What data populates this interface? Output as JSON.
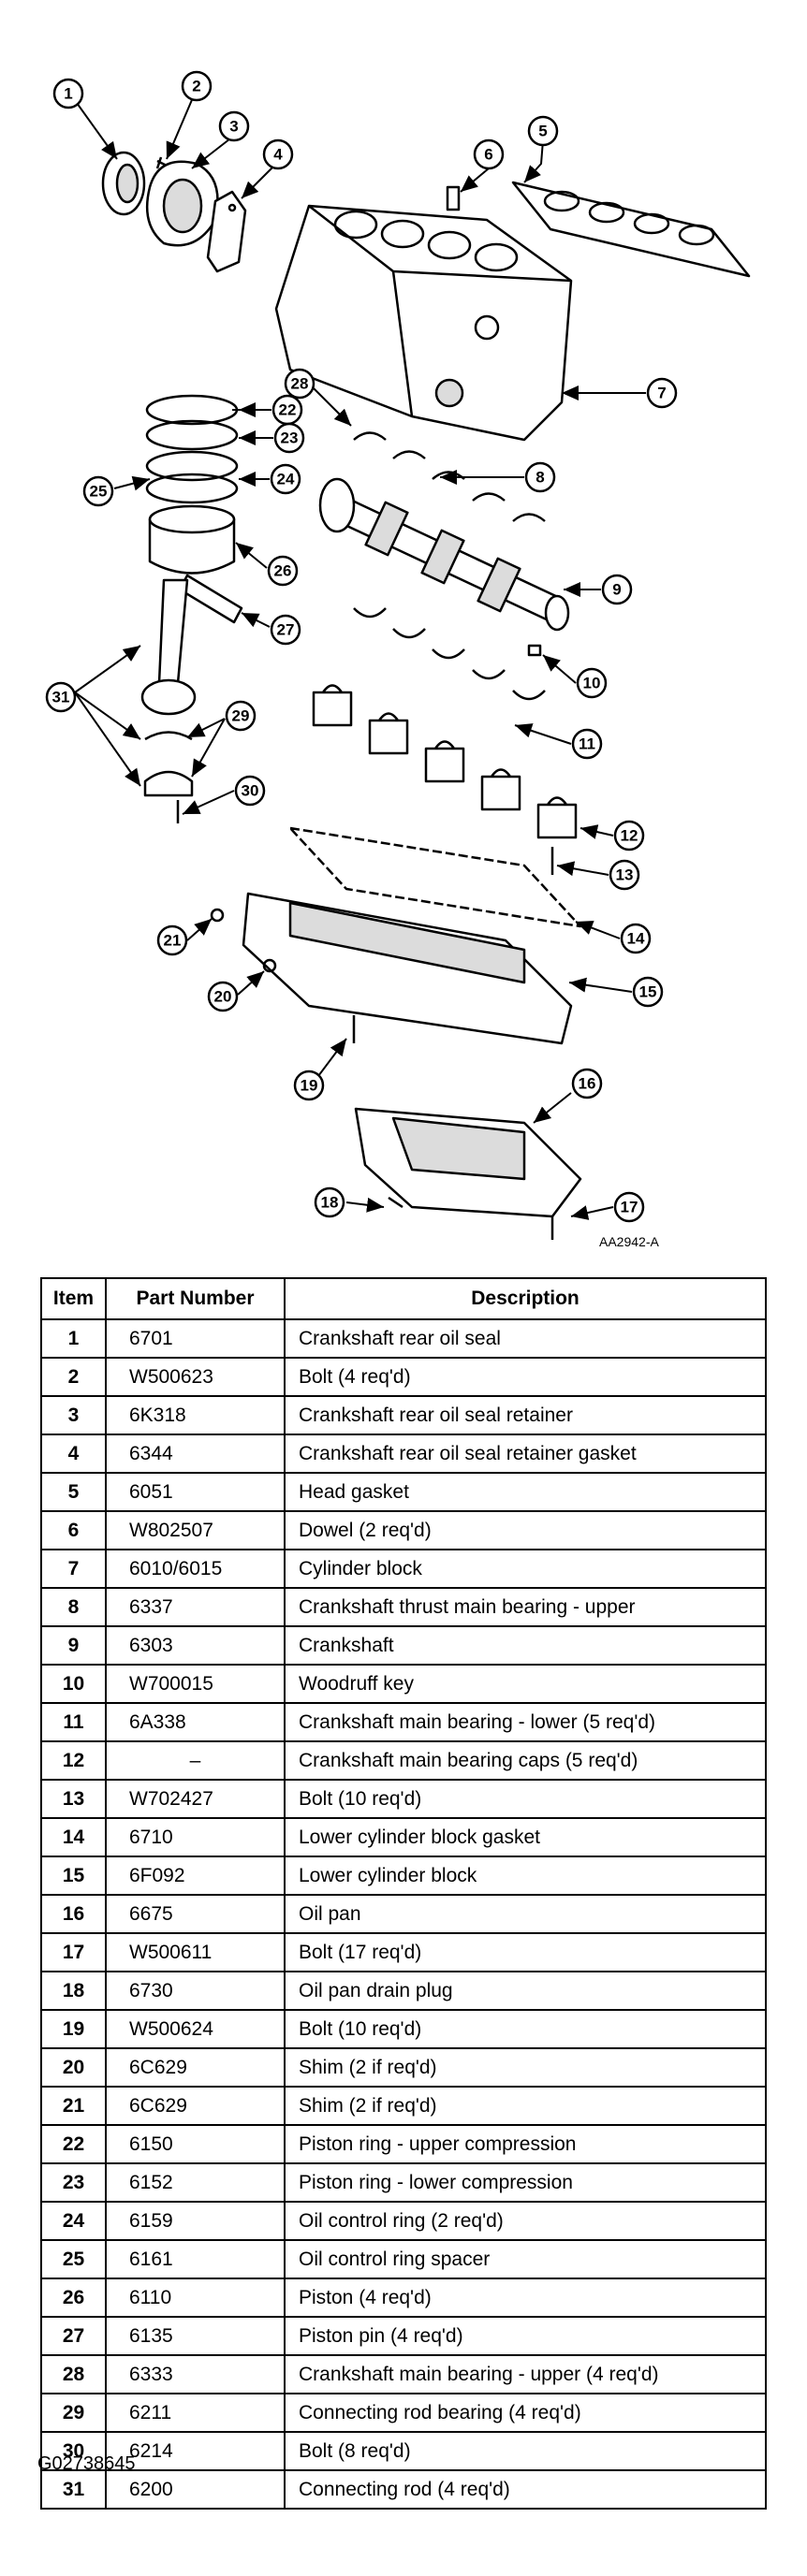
{
  "diagram": {
    "art_id": "AA2942-A",
    "callouts": [
      "1",
      "2",
      "3",
      "4",
      "5",
      "6",
      "7",
      "8",
      "9",
      "10",
      "11",
      "12",
      "13",
      "14",
      "15",
      "16",
      "17",
      "18",
      "19",
      "20",
      "21",
      "22",
      "23",
      "24",
      "25",
      "26",
      "27",
      "28",
      "29",
      "30",
      "31"
    ]
  },
  "table": {
    "headers": {
      "item": "Item",
      "part_number": "Part Number",
      "description": "Description"
    },
    "rows": [
      {
        "item": "1",
        "part": "6701",
        "desc": "Crankshaft rear oil seal"
      },
      {
        "item": "2",
        "part": "W500623",
        "desc": "Bolt (4 req'd)"
      },
      {
        "item": "3",
        "part": "6K318",
        "desc": "Crankshaft rear oil seal retainer"
      },
      {
        "item": "4",
        "part": "6344",
        "desc": "Crankshaft rear oil seal retainer gasket"
      },
      {
        "item": "5",
        "part": "6051",
        "desc": "Head gasket"
      },
      {
        "item": "6",
        "part": "W802507",
        "desc": "Dowel (2 req'd)"
      },
      {
        "item": "7",
        "part": "6010/6015",
        "desc": "Cylinder block"
      },
      {
        "item": "8",
        "part": "6337",
        "desc": "Crankshaft thrust main bearing - upper"
      },
      {
        "item": "9",
        "part": "6303",
        "desc": "Crankshaft"
      },
      {
        "item": "10",
        "part": "W700015",
        "desc": "Woodruff key"
      },
      {
        "item": "11",
        "part": "6A338",
        "desc": "Crankshaft main bearing - lower (5 req'd)"
      },
      {
        "item": "12",
        "part": "–",
        "desc": "Crankshaft main bearing caps (5 req'd)"
      },
      {
        "item": "13",
        "part": "W702427",
        "desc": "Bolt (10 req'd)"
      },
      {
        "item": "14",
        "part": "6710",
        "desc": "Lower cylinder block gasket"
      },
      {
        "item": "15",
        "part": "6F092",
        "desc": "Lower cylinder block"
      },
      {
        "item": "16",
        "part": "6675",
        "desc": "Oil pan"
      },
      {
        "item": "17",
        "part": "W500611",
        "desc": "Bolt (17 req'd)"
      },
      {
        "item": "18",
        "part": "6730",
        "desc": "Oil pan drain plug"
      },
      {
        "item": "19",
        "part": "W500624",
        "desc": "Bolt (10 req'd)"
      },
      {
        "item": "20",
        "part": "6C629",
        "desc": "Shim (2 if req'd)"
      },
      {
        "item": "21",
        "part": "6C629",
        "desc": "Shim (2 if req'd)"
      },
      {
        "item": "22",
        "part": "6150",
        "desc": "Piston ring - upper compression"
      },
      {
        "item": "23",
        "part": "6152",
        "desc": "Piston ring - lower compression"
      },
      {
        "item": "24",
        "part": "6159",
        "desc": "Oil control ring (2 req'd)"
      },
      {
        "item": "25",
        "part": "6161",
        "desc": "Oil control ring spacer"
      },
      {
        "item": "26",
        "part": "6110",
        "desc": "Piston (4 req'd)"
      },
      {
        "item": "27",
        "part": "6135",
        "desc": "Piston pin (4 req'd)"
      },
      {
        "item": "28",
        "part": "6333",
        "desc": "Crankshaft main bearing - upper (4 req'd)"
      },
      {
        "item": "29",
        "part": "6211",
        "desc": "Connecting rod bearing (4 req'd)"
      },
      {
        "item": "30",
        "part": "6214",
        "desc": "Bolt (8 req'd)"
      },
      {
        "item": "31",
        "part": "6200",
        "desc": "Connecting rod (4 req'd)"
      }
    ]
  },
  "figure_id": "G02738645",
  "colors": {
    "ink": "#000000",
    "paper": "#ffffff",
    "shade": "#dcdcdc"
  }
}
